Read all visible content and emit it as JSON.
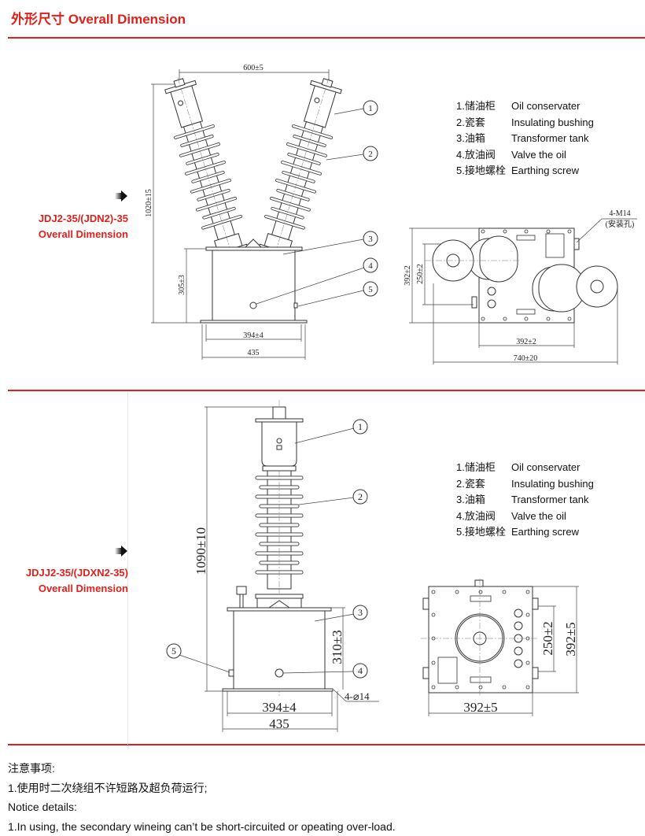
{
  "header": {
    "title": "外形尺寸  Overall Dimension"
  },
  "colors": {
    "accent": "#e0201b",
    "line": "#333333"
  },
  "section1": {
    "model": "JDJ2-35/(JDN2)-35",
    "subtitle": "Overall Dimension",
    "icon": "arrow-right-icon",
    "legend": [
      {
        "zh": "1.储油柜",
        "en": "Oil conservater"
      },
      {
        "zh": "2.瓷套",
        "en": "Insulating bushing"
      },
      {
        "zh": "3.油箱",
        "en": "Transformer tank"
      },
      {
        "zh": "4.放油阀",
        "en": "Valve the oil"
      },
      {
        "zh": "5.接地螺栓",
        "en": "Earthing screw"
      }
    ],
    "front": {
      "width_top": "600±5",
      "height": "1020±15",
      "tank_height": "305±3",
      "mount_width": "394±4",
      "base_width": "435",
      "callouts": [
        "1",
        "2",
        "3",
        "4",
        "5"
      ]
    },
    "plan": {
      "hole_label": "4-M14",
      "hole_note": "(安装孔)",
      "depth": "392±2",
      "mount_depth": "250±2",
      "width": "392±2",
      "overall_width": "740±20"
    }
  },
  "section2": {
    "model": "JDJJ2-35/(JDXN2-35)",
    "subtitle": "Overall Dimension",
    "icon": "arrow-right-icon",
    "legend": [
      {
        "zh": "1.储油柜",
        "en": "Oil conservater"
      },
      {
        "zh": "2.瓷套",
        "en": "Insulating bushing"
      },
      {
        "zh": "3.油箱",
        "en": "Transformer tank"
      },
      {
        "zh": "4.放油阀",
        "en": "Valve the oil"
      },
      {
        "zh": "5.接地螺栓",
        "en": "Earthing screw"
      }
    ],
    "front": {
      "height": "1090±10",
      "tank_height": "310±3",
      "mount_width": "394±4",
      "base_width": "435",
      "hole_label": "4-⌀14",
      "callouts": [
        "1",
        "2",
        "3",
        "4",
        "5"
      ]
    },
    "plan": {
      "width": "392±5",
      "mount_depth": "250±2",
      "depth": "392±5"
    }
  },
  "notes": [
    "注意事项:",
    "1.使用时二次绕组不许短路及超负荷运行;",
    "Notice details:",
    "1.In using, the secondary wineing can’t be short-circuited or opeating over-load."
  ]
}
